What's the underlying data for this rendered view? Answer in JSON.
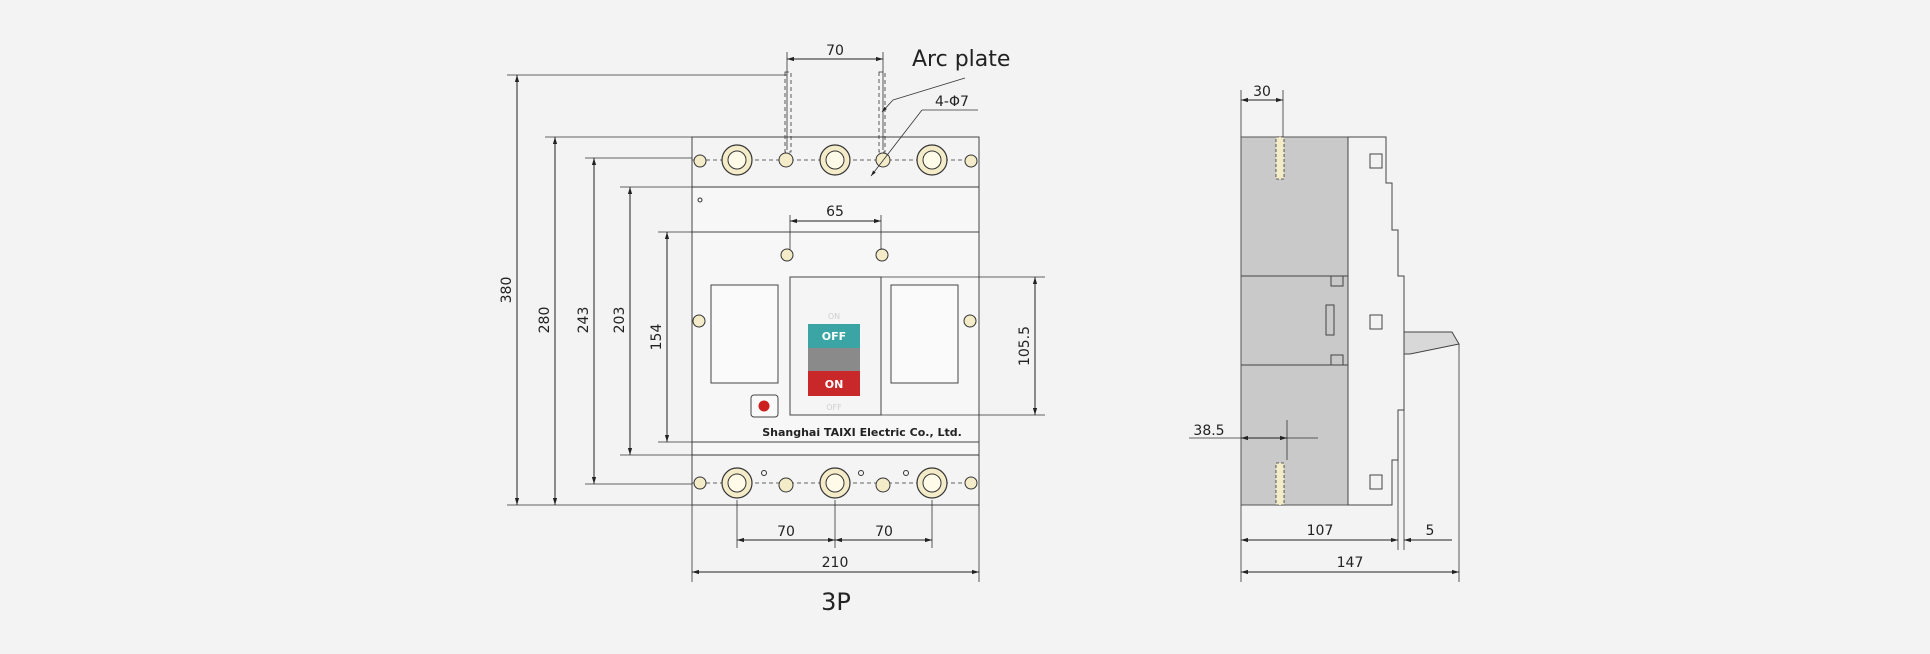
{
  "view_label": "3P",
  "labels": {
    "arc_plate": "Arc plate",
    "holes": "4-Φ7",
    "manufacturer": "Shanghai TAIXI Electric Co., Ltd.",
    "handle_on": "ON",
    "handle_off": "OFF",
    "ghost_on": "ON",
    "ghost_off": "OFF"
  },
  "front_dimensions": {
    "top_pitch": "70",
    "handle_span": "65",
    "height_overall": "380",
    "height_body": "280",
    "height_terminals": "243",
    "height_cover": "203",
    "height_window": "154",
    "handle_window": "105.5",
    "bottom_pitch_left": "70",
    "bottom_pitch_right": "70",
    "width_overall": "210"
  },
  "side_dimensions": {
    "terminal_offset": "30",
    "mounting_offset": "38.5",
    "body_depth": "107",
    "handle_step": "5",
    "depth_overall": "147"
  },
  "colors": {
    "background": "#f3f3f3",
    "body": "#f7f7f7",
    "side_body": "#c9c9c9",
    "off_button": "#3aa5a4",
    "on_button": "#c8282a",
    "handle_mid": "#8a8a8a",
    "indicator": "#cc2020",
    "terminal_fill": "#f4ecc8"
  }
}
